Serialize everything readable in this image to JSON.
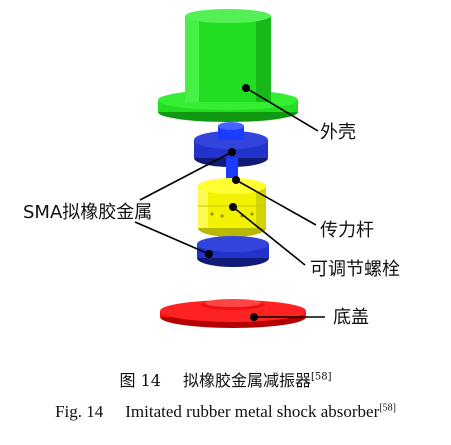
{
  "figure": {
    "labels": {
      "shell": "外壳",
      "sma_rubber": "SMA拟橡胶金属",
      "force_rod": "传力杆",
      "adjust_bolt": "可调节螺栓",
      "bottom_cover": "底盖"
    },
    "caption_cn": {
      "number": "图 14",
      "title": "拟橡胶金属减振器",
      "ref": "[58]"
    },
    "caption_en": {
      "number": "Fig. 14",
      "title": "Imitated rubber metal shock absorber",
      "ref": "[58]"
    },
    "colors": {
      "shell": "#22dd22",
      "shell_dark": "#119911",
      "sma": "#2233cc",
      "sma_dark": "#111a77",
      "bolt": "#f2f200",
      "bolt_dark": "#b8b800",
      "rod": "#1a3cff",
      "cover": "#ff1111",
      "cover_dark": "#b40000"
    }
  }
}
